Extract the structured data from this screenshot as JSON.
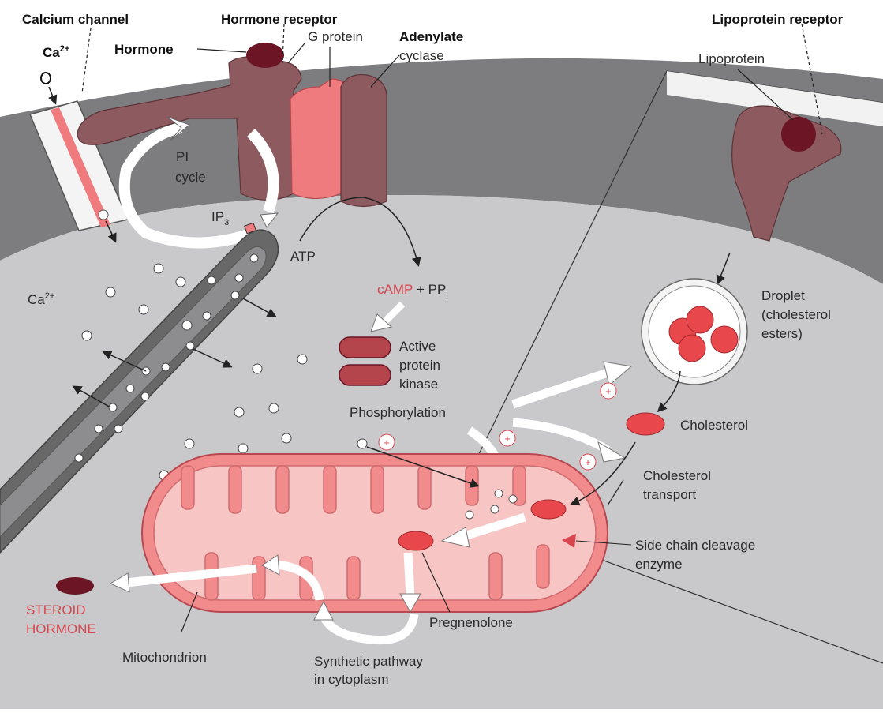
{
  "colors": {
    "background": "#ffffff",
    "membrane": "#7d7d7f",
    "cytoplasm": "#c9c9cb",
    "receptor": "#8c5a5f",
    "g_protein": "#f07b7e",
    "steroid": "#6b1525",
    "mitochondrion": "#f3a7a6",
    "highlight": "#d8454f"
  },
  "labels": {
    "calcium_channel": "Calcium channel",
    "hormone_receptor": "Hormone receptor",
    "lipoprotein_receptor": "Lipoprotein receptor",
    "ca2_top_base": "Ca",
    "ca2_top_sup": "2+",
    "hormone": "Hormone",
    "g_protein": "G protein",
    "adenylate": "Adenylate",
    "cyclase": "cyclase",
    "lipoprotein": "Lipoprotein",
    "pi": "PI",
    "cycle": "cycle",
    "ip3_base": "IP",
    "ip3_sub": "3",
    "atp": "ATP",
    "ca2_base": "Ca",
    "ca2_sup": "2+",
    "camp": "cAMP",
    "plus_ppi": "+ PP",
    "ppi_sub": "i",
    "active": "Active",
    "protein": "protein",
    "kinase": "kinase",
    "droplet": "Droplet",
    "cholesterol_paren": "(cholesterol",
    "esters": "esters)",
    "cholesterol": "Cholesterol",
    "phosphorylation": "Phosphorylation",
    "cholesterol2": "Cholesterol",
    "transport": "transport",
    "side_chain": "Side chain cleavage",
    "enzyme": "enzyme",
    "steroid": "STEROID",
    "hormone2": "HORMONE",
    "pregnenolone": "Pregnenolone",
    "mitochondrion": "Mitochondrion",
    "synthetic": "Synthetic pathway",
    "in_cytoplasm": "in cytoplasm",
    "plus": "+"
  }
}
